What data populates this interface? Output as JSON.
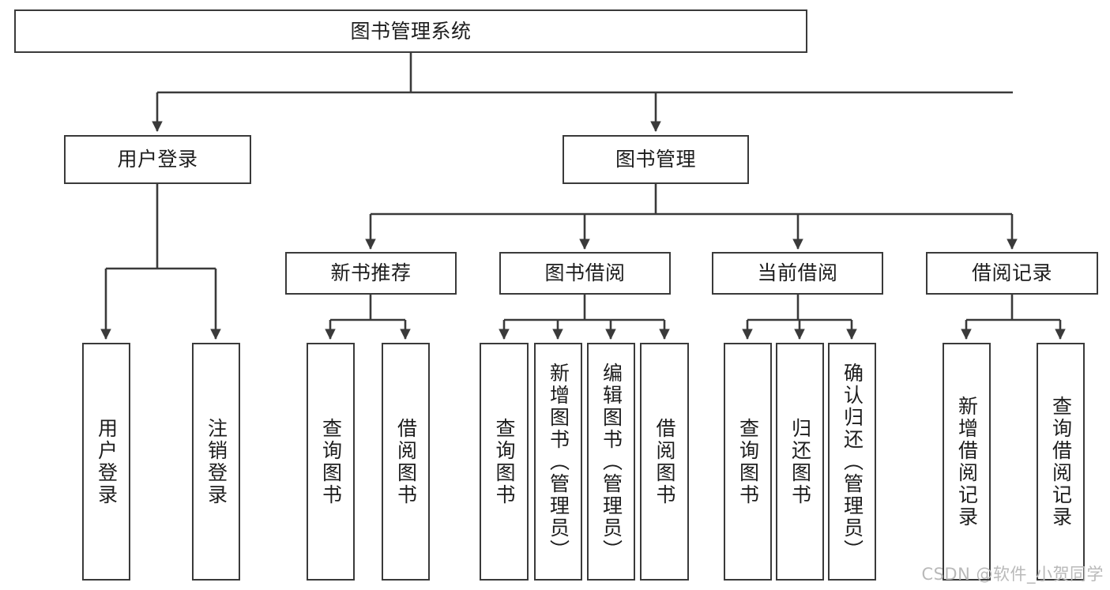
{
  "diagram": {
    "title": "图书管理系统",
    "stroke_color": "#3a3a3a",
    "fill_color": "#ffffff",
    "text_color": "#1d1d1d",
    "watermark": "CSDN @软件_小贺同学",
    "nodes": {
      "root": {
        "label": "图书管理系统"
      },
      "level1": [
        {
          "id": "user-login",
          "label": "用户登录"
        },
        {
          "id": "book-manage",
          "label": "图书管理"
        }
      ],
      "level2": [
        {
          "id": "new-book-recommend",
          "label": "新书推荐"
        },
        {
          "id": "book-borrow",
          "label": "图书借阅"
        },
        {
          "id": "current-borrow",
          "label": "当前借阅"
        },
        {
          "id": "borrow-record",
          "label": "借阅记录"
        }
      ],
      "leaves": {
        "user_login": [
          {
            "id": "leaf-user-login",
            "label": "用户登录"
          },
          {
            "id": "leaf-logout-login",
            "label": "注销登录"
          }
        ],
        "new_book_recommend": [
          {
            "id": "leaf-query-book-1",
            "label": "查询图书"
          },
          {
            "id": "leaf-borrow-book-1",
            "label": "借阅图书"
          }
        ],
        "book_borrow": [
          {
            "id": "leaf-query-book-2",
            "label": "查询图书"
          },
          {
            "id": "leaf-add-book",
            "label": "新增图书（管理员）"
          },
          {
            "id": "leaf-edit-book",
            "label": "编辑图书（管理员）"
          },
          {
            "id": "leaf-borrow-book-2",
            "label": "借阅图书"
          }
        ],
        "current_borrow": [
          {
            "id": "leaf-query-book-3",
            "label": "查询图书"
          },
          {
            "id": "leaf-return-book",
            "label": "归还图书"
          },
          {
            "id": "leaf-confirm-return",
            "label": "确认归还（管理员）"
          }
        ],
        "borrow_record": [
          {
            "id": "leaf-add-record",
            "label": "新增借阅记录"
          },
          {
            "id": "leaf-query-record",
            "label": "查询借阅记录"
          }
        ]
      }
    }
  },
  "chart_data": {
    "type": "tree-diagram",
    "title": "图书管理系统",
    "orientation": "top-down",
    "levels": 4,
    "tree": {
      "label": "图书管理系统",
      "children": [
        {
          "label": "用户登录",
          "children": [
            {
              "label": "用户登录",
              "children": []
            },
            {
              "label": "注销登录",
              "children": []
            }
          ]
        },
        {
          "label": "图书管理",
          "children": [
            {
              "label": "新书推荐",
              "children": [
                {
                  "label": "查询图书",
                  "children": []
                },
                {
                  "label": "借阅图书",
                  "children": []
                }
              ]
            },
            {
              "label": "图书借阅",
              "children": [
                {
                  "label": "查询图书",
                  "children": []
                },
                {
                  "label": "新增图书（管理员）",
                  "children": []
                },
                {
                  "label": "编辑图书（管理员）",
                  "children": []
                },
                {
                  "label": "借阅图书",
                  "children": []
                }
              ]
            },
            {
              "label": "当前借阅",
              "children": [
                {
                  "label": "查询图书",
                  "children": []
                },
                {
                  "label": "归还图书",
                  "children": []
                },
                {
                  "label": "确认归还（管理员）",
                  "children": []
                }
              ]
            },
            {
              "label": "借阅记录",
              "children": [
                {
                  "label": "新增借阅记录",
                  "children": []
                },
                {
                  "label": "查询借阅记录",
                  "children": []
                }
              ]
            }
          ]
        }
      ]
    }
  }
}
